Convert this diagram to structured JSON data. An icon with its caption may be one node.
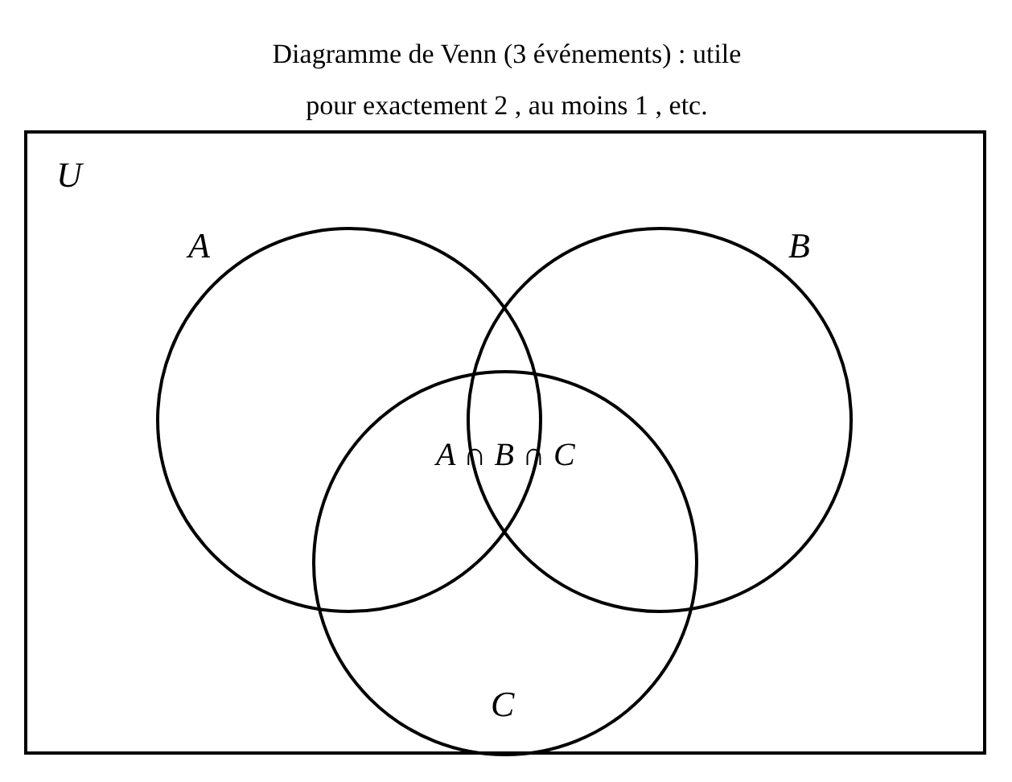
{
  "diagram": {
    "title": "Diagramme de Venn (3 événements) : utile pour exactement 2 , au moins 1 , etc.",
    "nodes": [
      {
        "text": [
          "U"
        ]
      },
      {
        "text": [
          "A"
        ],
        "in": 0
      },
      {
        "text": [
          "B"
        ],
        "in": 0
      },
      {
        "text": [
          "C"
        ],
        "in": 0
      }
    ],
    "edges": [],
    "labels": [
      "A ∩ B ∩ C"
    ]
  }
}
